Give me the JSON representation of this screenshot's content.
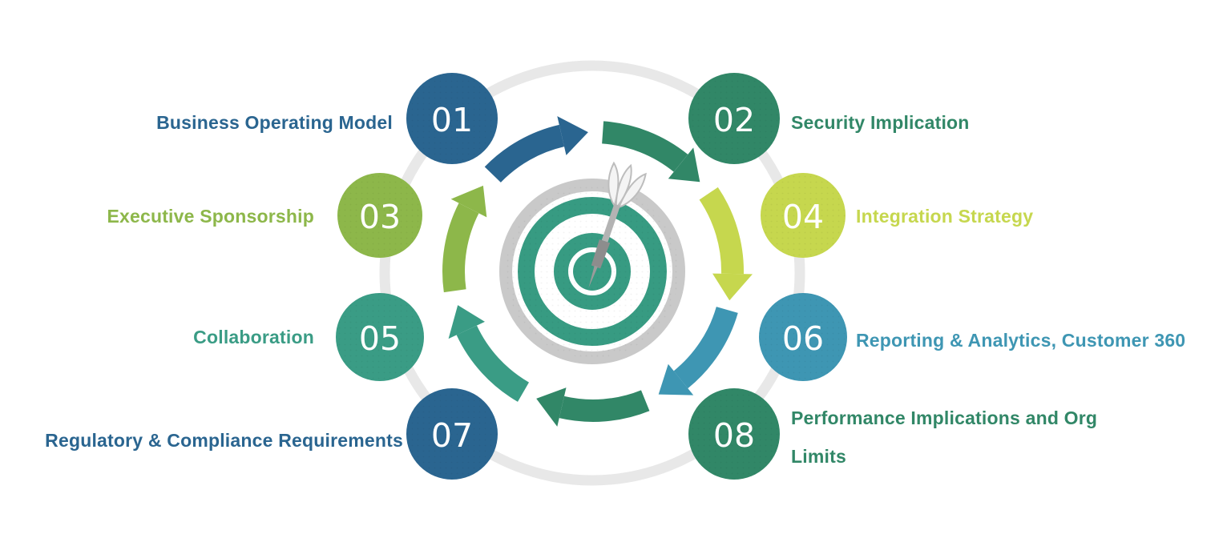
{
  "diagram": {
    "type": "circular-process-infographic",
    "background": "#FFFFFF",
    "outer_track_color": "#E8E8E8",
    "center_target": {
      "icon": "dartboard-with-dart",
      "ring_color": "#379B82",
      "gray_ring_color": "#C9C9C9",
      "dart_shaft_color": "#B3B3B3",
      "dart_barrel_color": "#8D8D8D",
      "dart_flight_color": "#F4F4F4",
      "dart_flight_stroke": "#BDBDBD",
      "dart_needle_color": "#9B9B9B"
    },
    "cycle_arrows": [
      {
        "position": "top-left",
        "color": "#2A6590"
      },
      {
        "position": "top-right",
        "color": "#318767"
      },
      {
        "position": "right",
        "color": "#C6D74E"
      },
      {
        "position": "bottom-right",
        "color": "#3E96B3"
      },
      {
        "position": "bottom",
        "color": "#318767"
      },
      {
        "position": "bottom-left",
        "color": "#3A9C85"
      },
      {
        "position": "left",
        "color": "#8DB74A"
      }
    ],
    "items": [
      {
        "number": "01",
        "label": "Business Operating Model",
        "color": "#2A6590",
        "label_side": "left"
      },
      {
        "number": "02",
        "label": "Security Implication",
        "color": "#318767",
        "label_side": "right"
      },
      {
        "number": "03",
        "label": "Executive Sponsorship",
        "color": "#8DB74A",
        "label_side": "left"
      },
      {
        "number": "04",
        "label": "Integration Strategy",
        "color": "#C6D74E",
        "label_side": "right"
      },
      {
        "number": "05",
        "label": "Collaboration",
        "color": "#3A9C85",
        "label_side": "left"
      },
      {
        "number": "06",
        "label": "Reporting & Analytics, Customer 360",
        "color": "#3E96B3",
        "label_side": "right"
      },
      {
        "number": "07",
        "label": "Regulatory & Compliance Requirements",
        "color": "#2A6590",
        "label_side": "left"
      },
      {
        "number": "08",
        "label": "Performance Implications and Org Limits",
        "color": "#318767",
        "label_side": "right"
      }
    ]
  }
}
